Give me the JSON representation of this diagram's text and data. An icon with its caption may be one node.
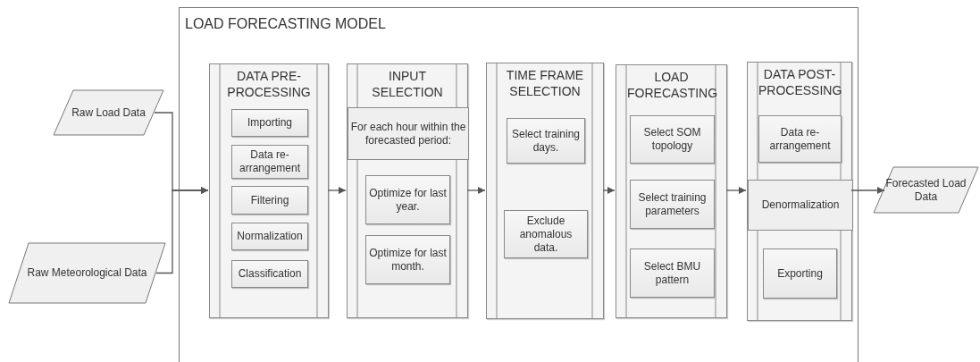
{
  "diagram": {
    "nodes": [
      {
        "text": [
          "Raw Load Data"
        ]
      },
      {
        "text": [
          "Raw Meteorological Data"
        ]
      },
      {
        "text": [
          "LOAD FORECASTING MODEL"
        ]
      },
      {
        "text": [
          "DATA PRE-PROCESSING"
        ],
        "in": 2
      },
      {
        "text": [
          "Importing"
        ],
        "in": 3
      },
      {
        "text": [
          "Data re-arrangement"
        ],
        "in": 3
      },
      {
        "text": [
          "Filtering"
        ],
        "in": 3
      },
      {
        "text": [
          "Normalization"
        ],
        "in": 3
      },
      {
        "text": [
          "Classification"
        ],
        "in": 3
      },
      {
        "text": [
          "INPUT SELECTION"
        ],
        "in": 2
      },
      {
        "text": [
          "For each hour within the forecasted period:"
        ],
        "in": 9
      },
      {
        "text": [
          "Optimize for last year."
        ],
        "in": 9
      },
      {
        "text": [
          "Optimize for last month."
        ],
        "in": 9
      },
      {
        "text": [
          "TIME FRAME SELECTION"
        ],
        "in": 2
      },
      {
        "text": [
          "Select training days."
        ],
        "in": 13
      },
      {
        "text": [
          "Exclude anomalous data."
        ],
        "in": 13
      },
      {
        "text": [
          "LOAD FORECASTING"
        ],
        "in": 2
      },
      {
        "text": [
          "Select SOM topology"
        ],
        "in": 16
      },
      {
        "text": [
          "Select training parameters"
        ],
        "in": 16
      },
      {
        "text": [
          "Select BMU pattern"
        ],
        "in": 16
      },
      {
        "text": [
          "DATA POST-PROCESSING"
        ],
        "in": 2
      },
      {
        "text": [
          "Data re-arrangement"
        ],
        "in": 20
      },
      {
        "text": [
          "Denormalization"
        ],
        "in": 20
      },
      {
        "text": [
          "Exporting"
        ],
        "in": 20
      },
      {
        "text": [
          "Forecasted Load Data"
        ]
      }
    ],
    "edges": [
      {
        "from": 0,
        "to": 3,
        "arrow": "to"
      },
      {
        "from": 1,
        "to": 3,
        "arrow": "to"
      },
      {
        "from": 3,
        "to": 9,
        "arrow": "to"
      },
      {
        "from": 9,
        "to": 13,
        "arrow": "to"
      },
      {
        "from": 13,
        "to": 16,
        "arrow": "to"
      },
      {
        "from": 16,
        "to": 20,
        "arrow": "to"
      },
      {
        "from": 20,
        "to": 24,
        "arrow": "to"
      }
    ]
  }
}
